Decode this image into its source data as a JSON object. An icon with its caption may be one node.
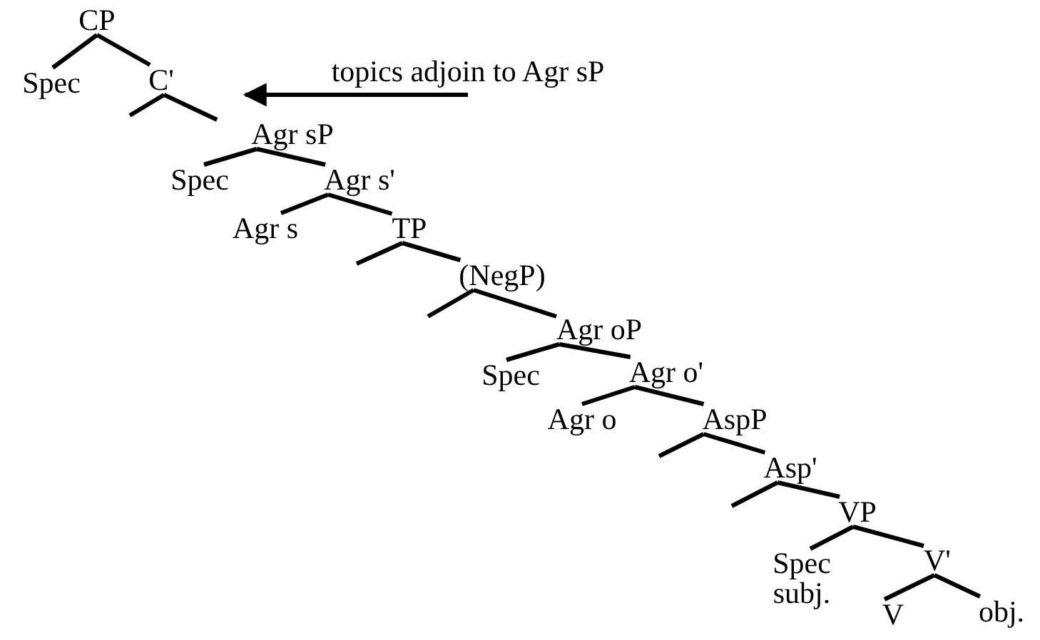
{
  "diagram": {
    "nodes": [
      {
        "text": [
          "CP"
        ]
      },
      {
        "text": [
          "Spec"
        ]
      },
      {
        "text": [
          "C'"
        ]
      },
      {
        "text": [
          "Agr sP"
        ]
      },
      {
        "text": [
          "Spec"
        ]
      },
      {
        "text": [
          "Agr s'"
        ]
      },
      {
        "text": [
          "Agr s"
        ]
      },
      {
        "text": [
          "TP"
        ]
      },
      {
        "text": [
          "(NegP)"
        ]
      },
      {
        "text": [
          "Agr oP"
        ]
      },
      {
        "text": [
          "Spec"
        ]
      },
      {
        "text": [
          "Agr o'"
        ]
      },
      {
        "text": [
          "Agr o"
        ]
      },
      {
        "text": [
          "AspP"
        ]
      },
      {
        "text": [
          "Asp'"
        ]
      },
      {
        "text": [
          "VP"
        ]
      },
      {
        "text": [
          "Spec",
          "subj."
        ]
      },
      {
        "text": [
          "V'"
        ]
      },
      {
        "text": [
          "V"
        ]
      },
      {
        "text": [
          "obj."
        ]
      },
      {
        "text": [
          "topics adjoin to Agr sP"
        ]
      }
    ],
    "edges": [
      {
        "from": 0,
        "to": 1,
        "arrow": "none"
      },
      {
        "from": 0,
        "to": 2,
        "arrow": "none"
      },
      {
        "from": 2,
        "to": null,
        "arrow": "none"
      },
      {
        "from": 2,
        "to": 3,
        "arrow": "none"
      },
      {
        "from": 3,
        "to": 4,
        "arrow": "none"
      },
      {
        "from": 3,
        "to": 5,
        "arrow": "none"
      },
      {
        "from": 5,
        "to": 6,
        "arrow": "none"
      },
      {
        "from": 5,
        "to": 7,
        "arrow": "none"
      },
      {
        "from": 7,
        "to": null,
        "arrow": "none"
      },
      {
        "from": 7,
        "to": 8,
        "arrow": "none"
      },
      {
        "from": 8,
        "to": null,
        "arrow": "none"
      },
      {
        "from": 8,
        "to": 9,
        "arrow": "none"
      },
      {
        "from": 9,
        "to": 10,
        "arrow": "none"
      },
      {
        "from": 9,
        "to": 11,
        "arrow": "none"
      },
      {
        "from": 11,
        "to": 12,
        "arrow": "none"
      },
      {
        "from": 11,
        "to": 13,
        "arrow": "none"
      },
      {
        "from": 13,
        "to": null,
        "arrow": "none"
      },
      {
        "from": 13,
        "to": 14,
        "arrow": "none"
      },
      {
        "from": 14,
        "to": null,
        "arrow": "none"
      },
      {
        "from": 14,
        "to": 15,
        "arrow": "none"
      },
      {
        "from": 15,
        "to": 16,
        "arrow": "none"
      },
      {
        "from": 15,
        "to": 17,
        "arrow": "none"
      },
      {
        "from": 17,
        "to": 18,
        "arrow": "none"
      },
      {
        "from": 17,
        "to": 19,
        "arrow": "none"
      },
      {
        "from": 20,
        "to": 3,
        "arrow": "to"
      }
    ]
  }
}
